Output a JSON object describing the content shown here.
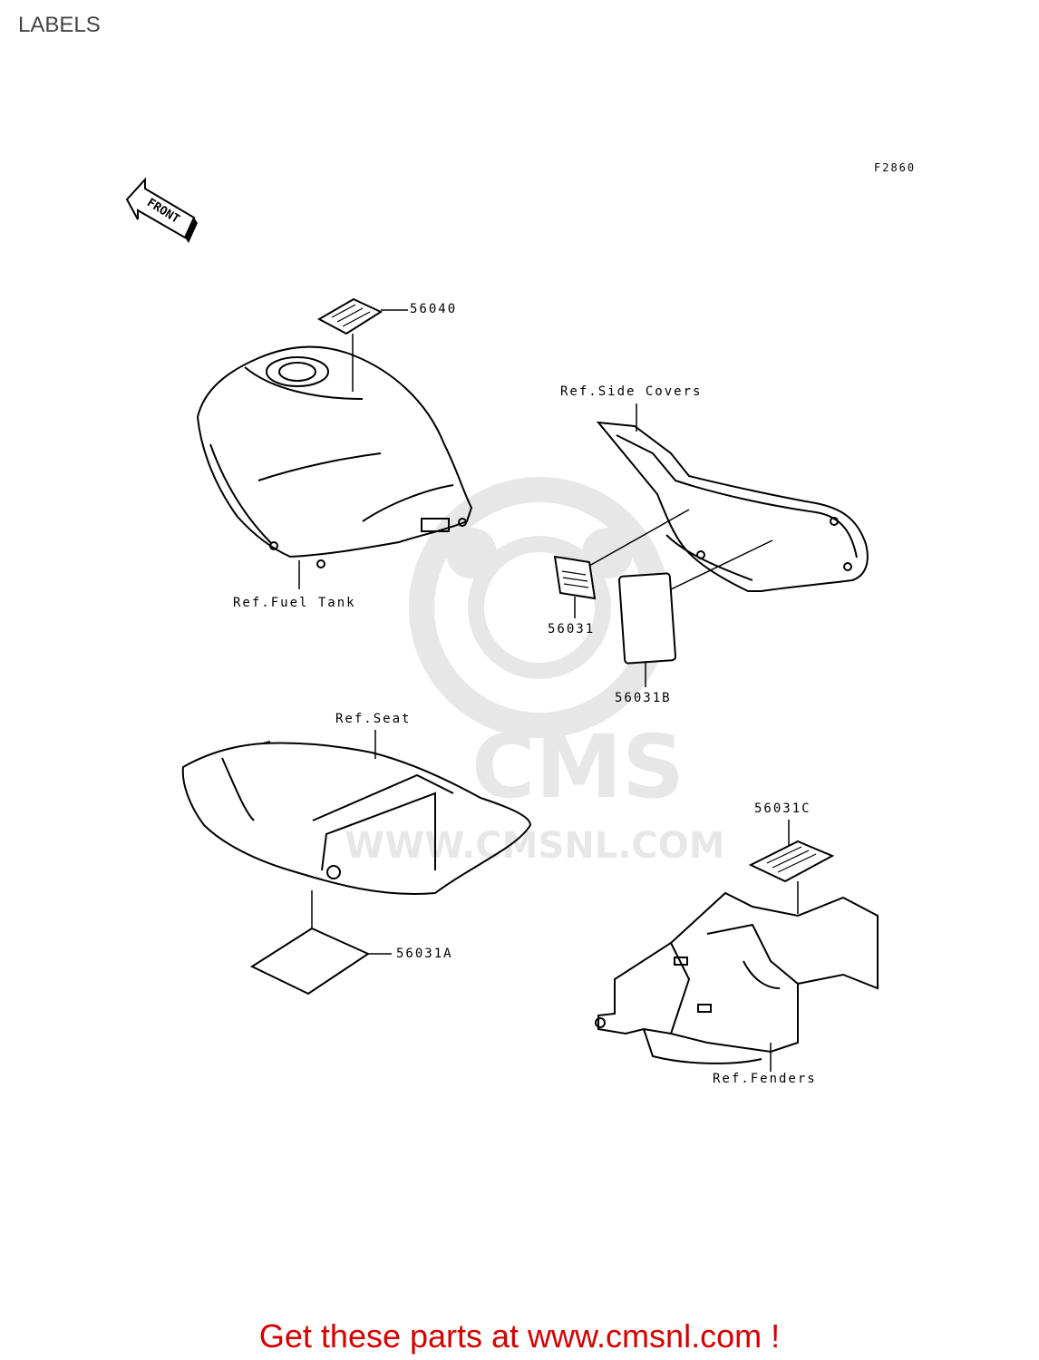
{
  "page": {
    "title": "LABELS",
    "figure_code": "F2860",
    "front_badge": "FRONT",
    "cta": "Get these parts at www.cmsnl.com !"
  },
  "watermark": {
    "brand": "CMS",
    "url": "WWW.CMSNL.COM"
  },
  "parts": {
    "p56040": "56040",
    "p56031": "56031",
    "p56031b": "56031B",
    "p56031a": "56031A",
    "p56031c": "56031C"
  },
  "references": {
    "fuel_tank": "Ref.Fuel Tank",
    "side_covers": "Ref.Side Covers",
    "seat": "Ref.Seat",
    "fenders": "Ref.Fenders"
  },
  "colors": {
    "cta": "#d40000",
    "line": "#000000",
    "watermark": "#000000"
  }
}
